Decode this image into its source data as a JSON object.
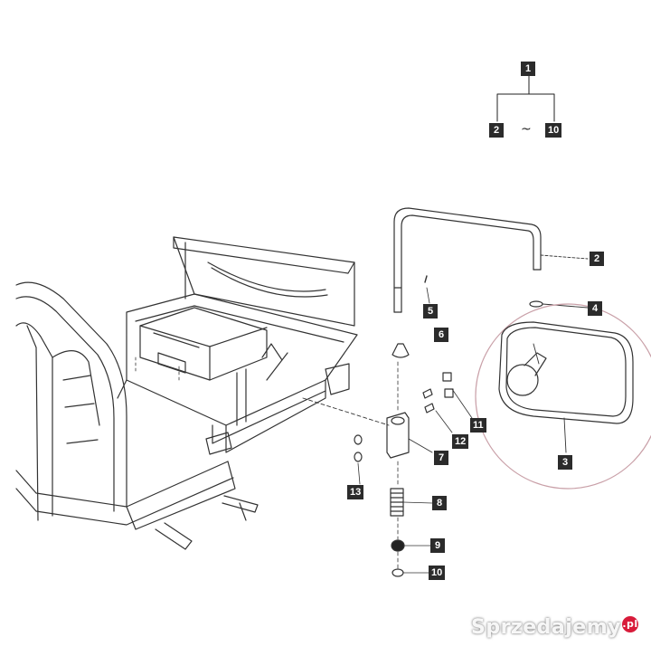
{
  "tree": {
    "root": "1",
    "from": "2",
    "separator": "~",
    "to": "10"
  },
  "callouts": {
    "c1": "1",
    "c2": "2",
    "c3": "3",
    "c4": "4",
    "c5": "5",
    "c6": "6",
    "c7": "7",
    "c8": "8",
    "c9": "9",
    "c10": "10",
    "c11": "11",
    "c12": "12",
    "c13": "13"
  },
  "watermark": {
    "text": "Sprzedajemy",
    "suffix": ".pl"
  },
  "colors": {
    "line": "#222222",
    "callout_bg": "#2b2b2b",
    "circle": "#c9a0a8",
    "brand": "#d81b3a"
  }
}
